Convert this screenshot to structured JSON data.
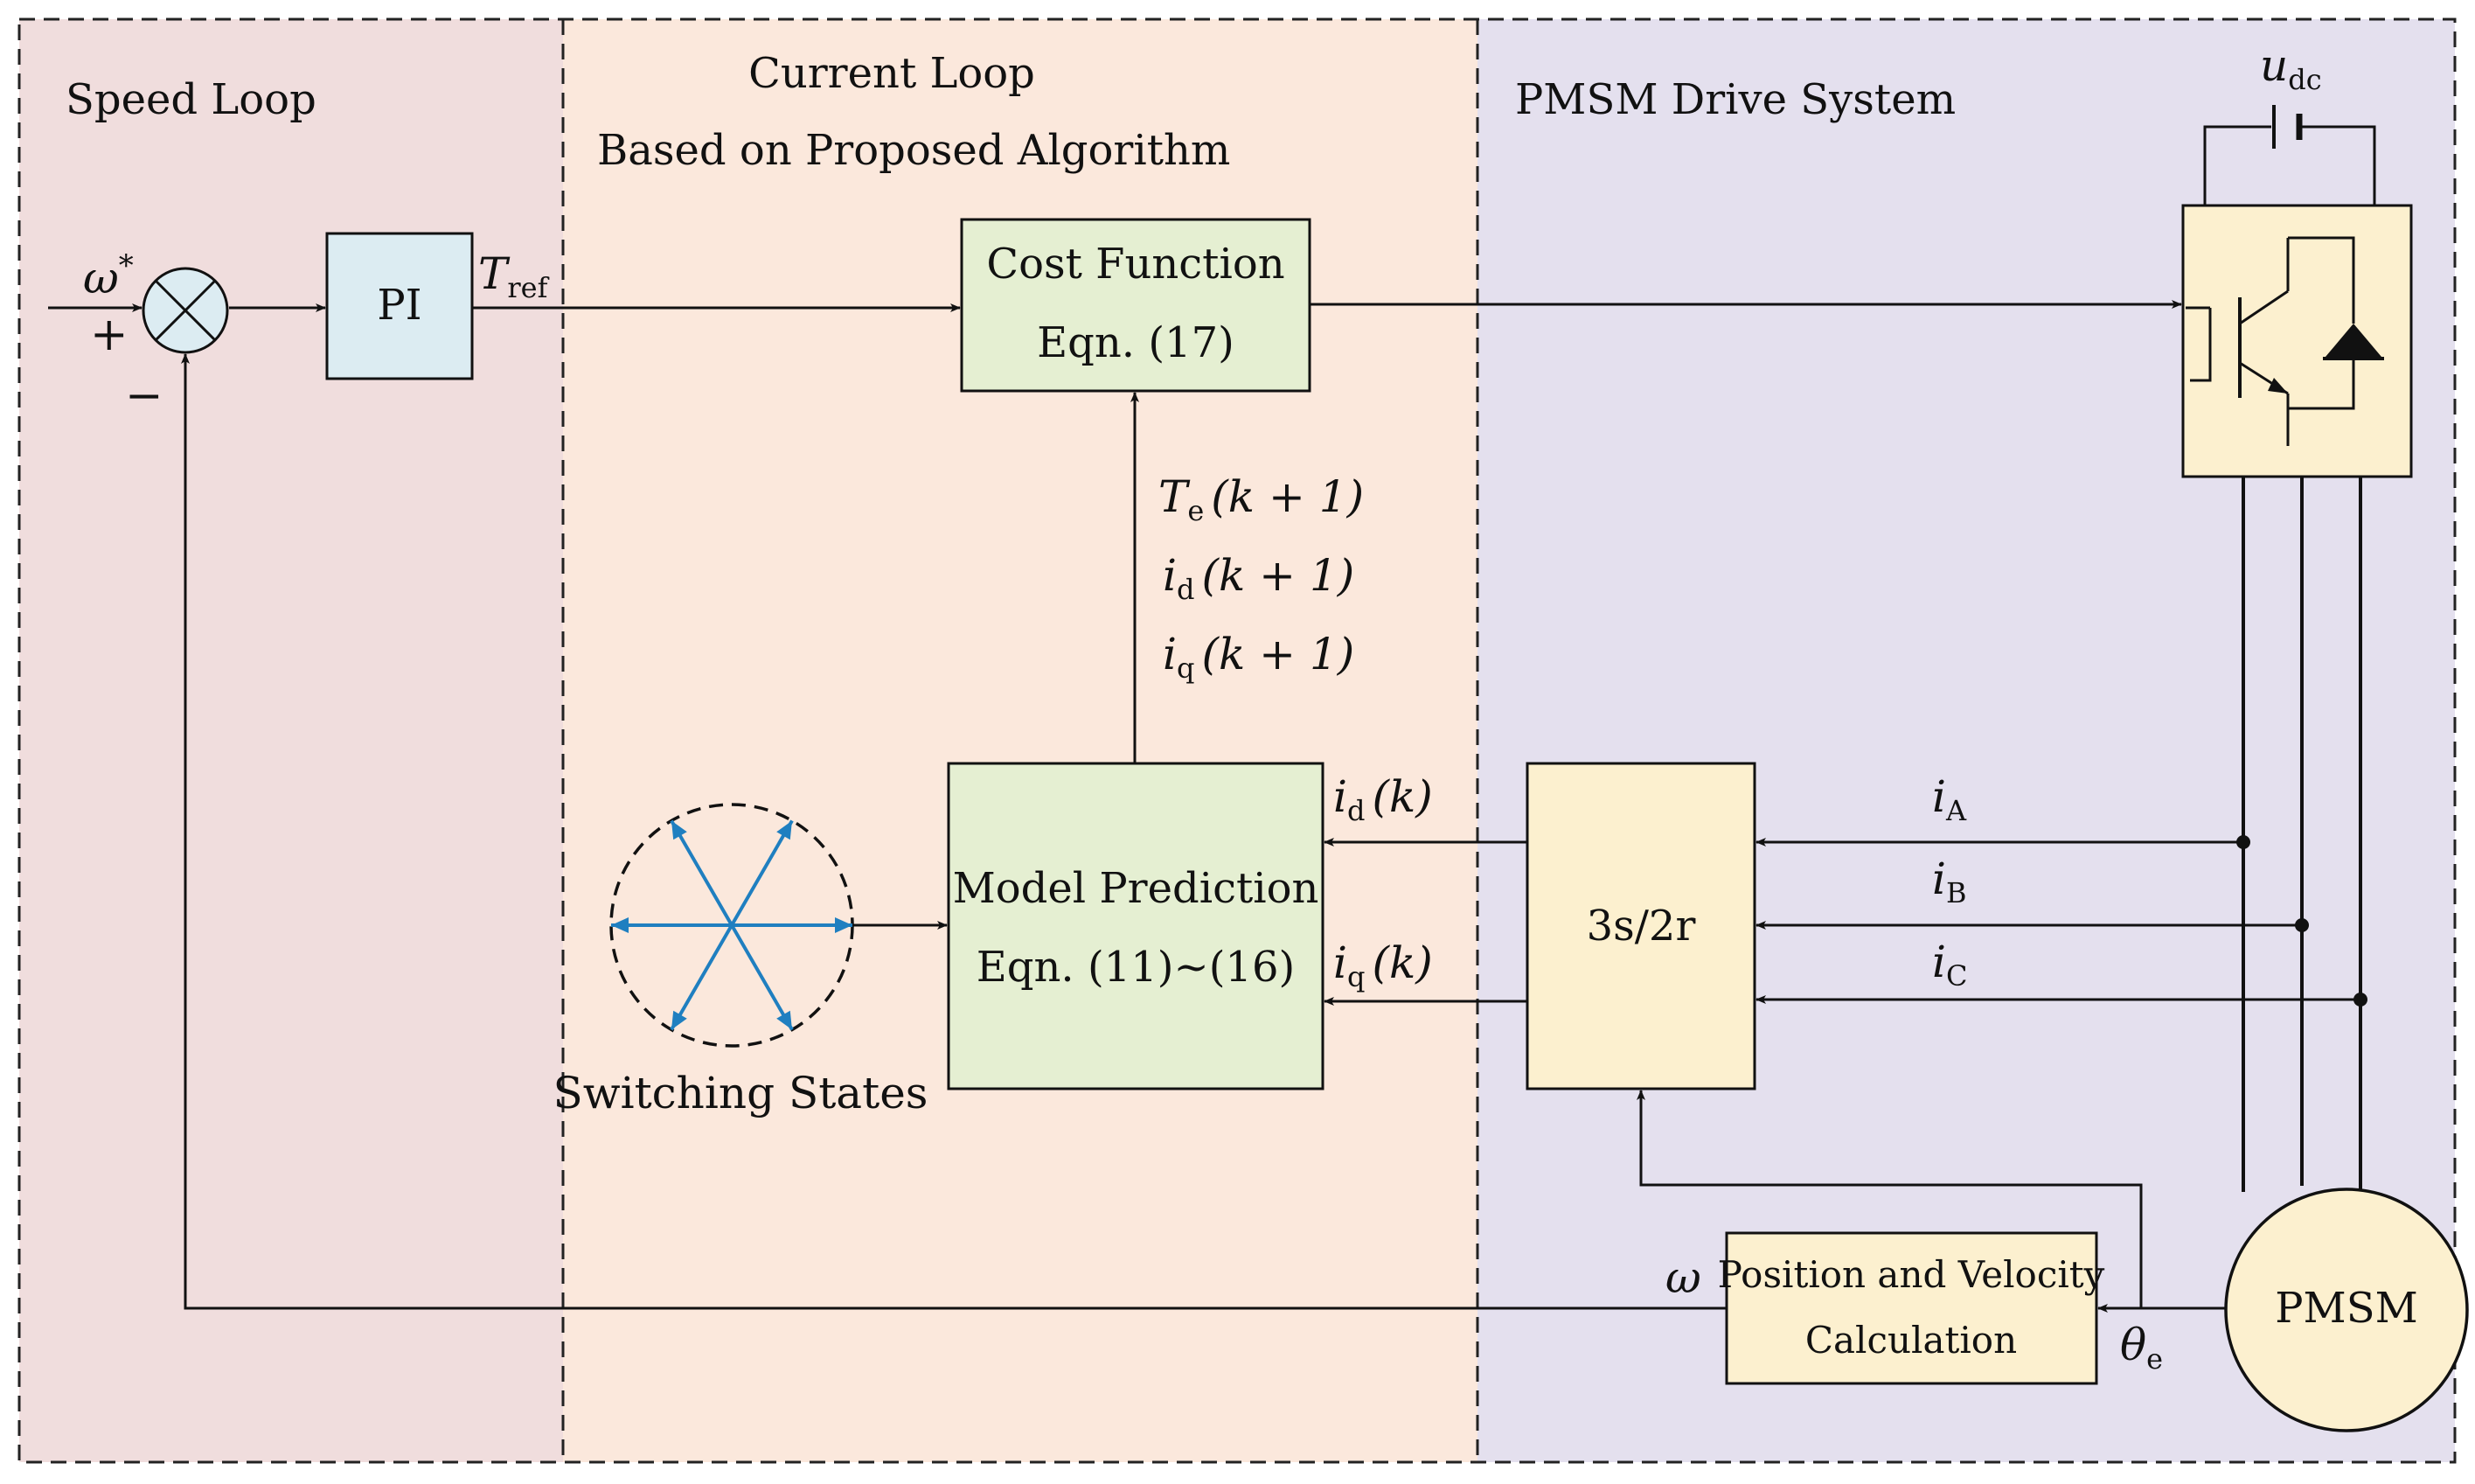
{
  "regions": {
    "speed_loop": {
      "title": "Speed Loop",
      "color": "#f0dddd"
    },
    "current_loop": {
      "title_line1": "Current Loop",
      "title_line2": "Based on Proposed Algorithm",
      "color": "#fbe8dc"
    },
    "pmsm_drive": {
      "title": "PMSM Drive System",
      "color": "#e4e0ee"
    }
  },
  "blocks": {
    "pi": {
      "label": "PI",
      "color": "#dcecf2"
    },
    "cost_function": {
      "line1": "Cost Function",
      "line2": "Eqn. (17)",
      "color": "#e5efd2"
    },
    "model_prediction": {
      "line1": "Model Prediction",
      "line2": "Eqn. (11)~(16)",
      "color": "#e5efd2"
    },
    "transform": {
      "label": "3s/2r",
      "color": "#fcf0cf"
    },
    "position_velocity": {
      "line1": "Position and Velocity",
      "line2": "Calculation",
      "color": "#fcf0cf"
    },
    "inverter": {
      "color": "#fcf0cf"
    },
    "motor": {
      "label": "PMSM",
      "color": "#fcf0cf"
    }
  },
  "switching_states": {
    "label": "Switching States",
    "vector_color": "#1f7fc0"
  },
  "signals": {
    "omega_ref": {
      "main": "ω",
      "sup": "*"
    },
    "plus_sign": "+",
    "minus_sign": "−",
    "torque_ref": {
      "main": "T",
      "sub": "ref"
    },
    "te_pred": {
      "main": "T",
      "sub": "e",
      "rest": "(k + 1)"
    },
    "id_pred": {
      "main": "i",
      "sub": "d",
      "rest": "(k + 1)"
    },
    "iq_pred": {
      "main": "i",
      "sub": "q",
      "rest": "(k + 1)"
    },
    "id_k": {
      "main": "i",
      "sub": "d",
      "rest": "(k)"
    },
    "iq_k": {
      "main": "i",
      "sub": "q",
      "rest": "(k)"
    },
    "i_a": {
      "main": "i",
      "sub": "A"
    },
    "i_b": {
      "main": "i",
      "sub": "B"
    },
    "i_c": {
      "main": "i",
      "sub": "C"
    },
    "udc": {
      "main": "u",
      "sub": "dc"
    },
    "omega": {
      "main": "ω"
    },
    "theta_e": {
      "main": "θ",
      "sub": "e"
    }
  }
}
